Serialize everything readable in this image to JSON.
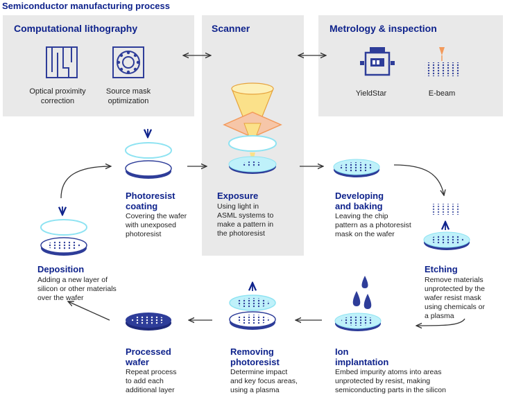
{
  "title": "Semiconductor manufacturing process",
  "panels": {
    "computational": {
      "title": "Computational lithography",
      "items": [
        {
          "label_line1": "Optical proximity",
          "label_line2": "correction",
          "icon": "opc-icon"
        },
        {
          "label_line1": "Source mask",
          "label_line2": "optimization",
          "icon": "smo-icon"
        }
      ]
    },
    "scanner": {
      "title": "Scanner"
    },
    "metrology": {
      "title": "Metrology & inspection",
      "items": [
        {
          "label": "YieldStar",
          "icon": "yieldstar-icon"
        },
        {
          "label": "E-beam",
          "icon": "ebeam-icon"
        }
      ]
    }
  },
  "steps": {
    "photoresist": {
      "title1": "Photoresist",
      "title2": "coating",
      "desc": [
        "Covering the wafer",
        "with unexposed",
        "photoresist"
      ]
    },
    "exposure": {
      "title1": "Exposure",
      "desc": [
        "Using light in",
        "ASML systems to",
        "make a pattern in",
        "the photoresist"
      ]
    },
    "developing": {
      "title1": "Developing",
      "title2": "and baking",
      "desc": [
        "Leaving the chip",
        "pattern as a photoresist",
        "mask on the wafer"
      ]
    },
    "etching": {
      "title1": "Etching",
      "desc": [
        "Remove materials",
        "unprotected by the",
        "wafer resist mask",
        "using chemicals or",
        "a plasma"
      ]
    },
    "ion": {
      "title1": "Ion",
      "title2": "implantation",
      "desc": [
        "Embed impurity atoms into areas",
        "unprotected by resist, making",
        "semiconducting parts in the silicon"
      ]
    },
    "removing": {
      "title1": "Removing",
      "title2": "photoresist",
      "desc": [
        "Determine impact",
        "and key focus areas,",
        "using a plasma"
      ]
    },
    "processed": {
      "title1": "Processed",
      "title2": "wafer",
      "desc": [
        "Repeat process",
        "to add each",
        "additional layer"
      ]
    },
    "deposition": {
      "title1": "Deposition",
      "desc": [
        "Adding a new layer of",
        "silicon or other materials",
        "over the wafer"
      ]
    }
  },
  "colors": {
    "navy": "#0f238c",
    "wafer_blue": "#2e3d99",
    "resist_cyan": "#8ee3f2",
    "panel_gray": "#e9e9e9",
    "light_yellow": "#fbe18a",
    "orange": "#f39a5b"
  }
}
